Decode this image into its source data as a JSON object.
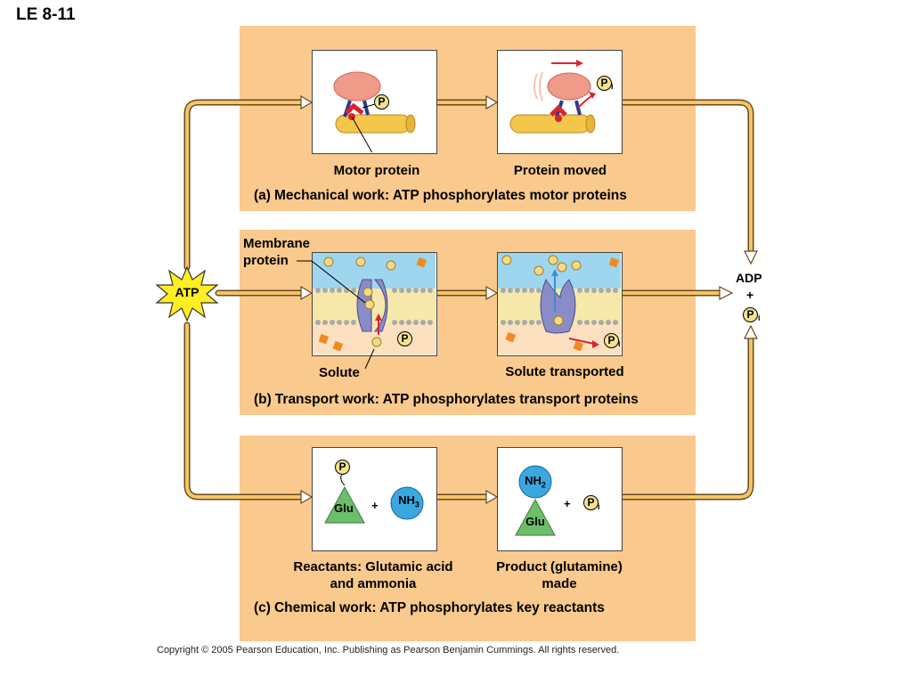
{
  "header": {
    "title": "LE 8-11"
  },
  "atp_label": "ATP",
  "adp": {
    "adp": "ADP",
    "plus": "+",
    "p": "P",
    "i": "i"
  },
  "phosphate": {
    "p": "P",
    "i": "i"
  },
  "panel_a": {
    "caption_tag": "(a)",
    "caption": "Mechanical work: ATP phosphorylates motor proteins",
    "left_label": "Motor protein",
    "right_label": "Protein moved"
  },
  "panel_b": {
    "caption_tag": "(b)",
    "caption": "Transport work: ATP phosphorylates transport proteins",
    "membrane_label_1": "Membrane",
    "membrane_label_2": "protein",
    "left_label": "Solute",
    "right_label": "Solute transported"
  },
  "panel_c": {
    "caption_tag": "(c)",
    "caption": "Chemical work: ATP phosphorylates key reactants",
    "left_label_1": "Reactants: Glutamic acid",
    "left_label_2": "and ammonia",
    "right_label_1": "Product (glutamine)",
    "right_label_2": "made",
    "glu": "Glu",
    "nh3": "NH",
    "nh3_sub": "3",
    "nh2": "NH",
    "nh2_sub": "2",
    "plus": "+"
  },
  "copyright": "Copyright © 2005 Pearson Education, Inc. Publishing as Pearson Benjamin Cummings. All rights reserved.",
  "colors": {
    "panel": "#f9c98d",
    "arrow": "#f5c46a",
    "atp_star": "#ffee22",
    "motor": "#f09a8a",
    "membrane_protein": "#8a8cc8",
    "glu": "#6cbf6a",
    "ammonia": "#3aa8e0",
    "red_arrow": "#d8242e"
  }
}
